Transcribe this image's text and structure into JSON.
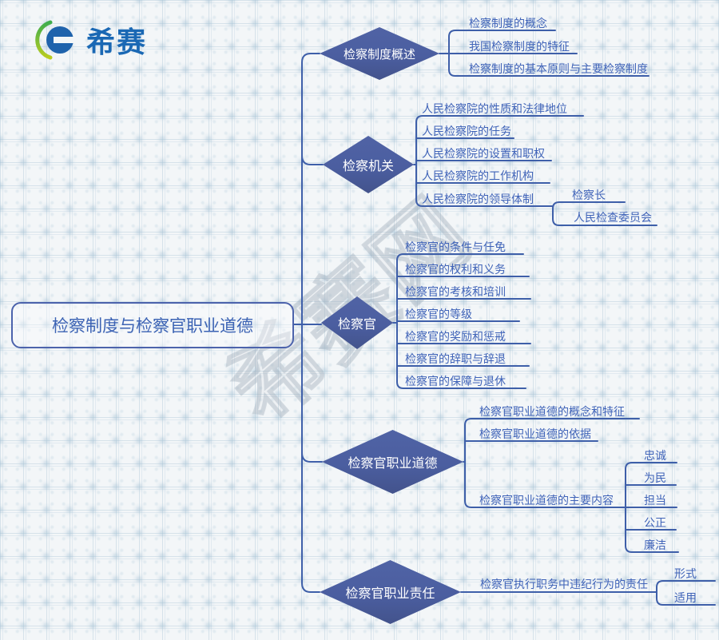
{
  "logo": {
    "brand": "希赛",
    "icon": "e-circle-logo"
  },
  "watermark": "希赛网",
  "root": {
    "label": "检察制度与检察官职业道德"
  },
  "branches": [
    {
      "label": "检察制度概述",
      "children": [
        {
          "label": "检察制度的概念"
        },
        {
          "label": "我国检察制度的特征"
        },
        {
          "label": "检察制度的基本原则与主要检察制度"
        }
      ]
    },
    {
      "label": "检察机关",
      "children": [
        {
          "label": "人民检察院的性质和法律地位"
        },
        {
          "label": "人民检察院的任务"
        },
        {
          "label": "人民检察院的设置和职权"
        },
        {
          "label": "人民检察院的工作机构"
        },
        {
          "label": "人民检察院的领导体制",
          "children": [
            {
              "label": "检察长"
            },
            {
              "label": "人民检查委员会"
            }
          ]
        }
      ]
    },
    {
      "label": "检察官",
      "children": [
        {
          "label": "检察官的条件与任免"
        },
        {
          "label": "检察官的权利和义务"
        },
        {
          "label": "检察官的考核和培训"
        },
        {
          "label": "检察官的等级"
        },
        {
          "label": "检察官的奖励和惩戒"
        },
        {
          "label": "检察官的辞职与辞退"
        },
        {
          "label": "检察官的保障与退休"
        }
      ]
    },
    {
      "label": "检察官职业道德",
      "children": [
        {
          "label": "检察官职业道德的概念和特征"
        },
        {
          "label": "检察官职业道德的依据"
        },
        {
          "label": "检察官职业道德的主要内容",
          "children": [
            {
              "label": "忠诚"
            },
            {
              "label": "为民"
            },
            {
              "label": "担当"
            },
            {
              "label": "公正"
            },
            {
              "label": "廉洁"
            }
          ]
        }
      ]
    },
    {
      "label": "检察官职业责任",
      "children": [
        {
          "label": "检察官执行职务中违纪行为的责任",
          "children": [
            {
              "label": "形式"
            },
            {
              "label": "适用"
            }
          ]
        }
      ]
    }
  ],
  "colors": {
    "node_fill": "#4b5ea0",
    "node_fill_dark": "#43538c",
    "node_text": "#ffffff",
    "line": "#3e5fa9",
    "leaf_text": "#3f63b8",
    "root_text": "#3c63b4",
    "root_border": "#4c63ac",
    "brand_blue": "#1a68b4",
    "brand_green": "#8cbf33",
    "background": "#f3f6f8"
  }
}
